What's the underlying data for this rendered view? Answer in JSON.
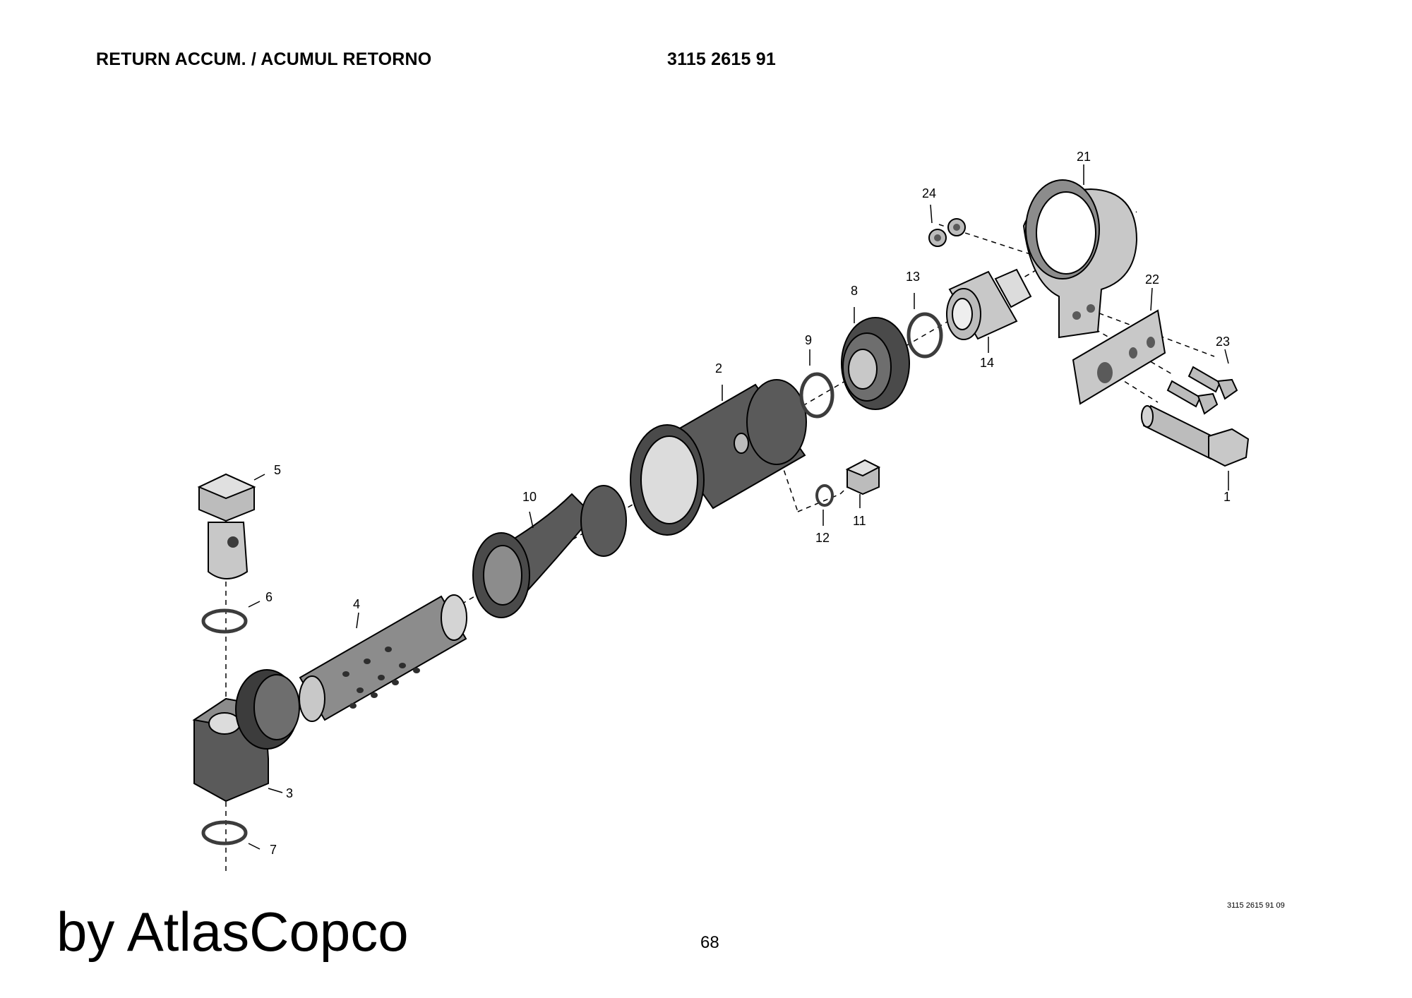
{
  "header": {
    "title": "RETURN ACCUM. / ACUMUL RETORNO",
    "part_number": "3115 2615 91"
  },
  "callouts": [
    "1",
    "2",
    "3",
    "4",
    "5",
    "6",
    "7",
    "8",
    "9",
    "10",
    "11",
    "12",
    "13",
    "14",
    "21",
    "22",
    "23",
    "24"
  ],
  "footer": {
    "brand": "by AtlasCopco",
    "page": "68",
    "drawing_ref": "3115 2615 91 09"
  },
  "colors": {
    "part_dark": "#5a5a5a",
    "part_mid": "#8c8c8c",
    "part_light": "#c8c8c8",
    "line": "#000000"
  }
}
